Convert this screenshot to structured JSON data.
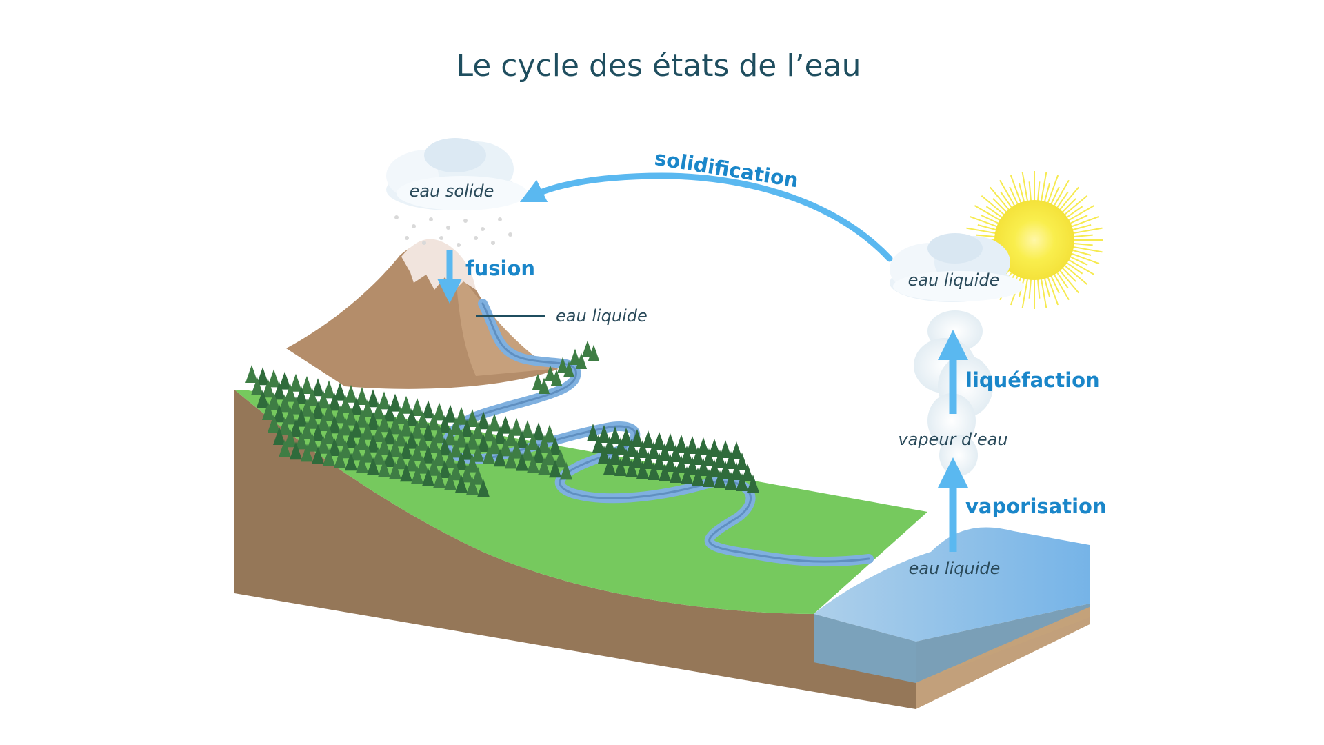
{
  "title": "Le cycle des états de l’eau",
  "states": {
    "cloud_solid": "eau solide",
    "cloud_liquid": "eau liquide",
    "mountain_liquid": "eau liquide",
    "vapor": "vapeur d’eau",
    "sea_liquid": "eau liquide"
  },
  "processes": {
    "solidification": "solidification",
    "fusion": "fusion",
    "liquefaction": "liquéfaction",
    "vaporisation": "vaporisation"
  },
  "colors": {
    "title": "#1f4e5f",
    "process_text": "#1a86c9",
    "arrow": "#5ab8f0",
    "grass": "#76c95e",
    "soil": "#957758",
    "mountain": "#b48d6a",
    "sea": "#7fb6df",
    "sun": "#f7ec4a"
  }
}
